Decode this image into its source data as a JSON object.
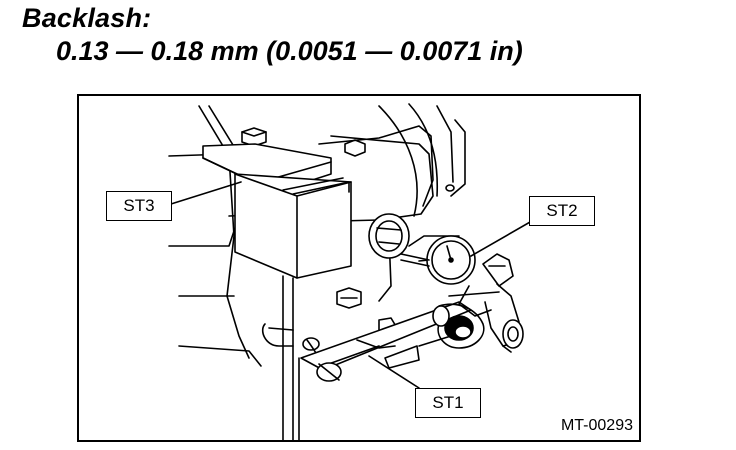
{
  "heading": "Backlash:",
  "specification": "0.13 — 0.18 mm (0.0051 — 0.0071 in)",
  "figure": {
    "callouts": [
      {
        "id": "st3",
        "label": "ST3"
      },
      {
        "id": "st2",
        "label": "ST2"
      },
      {
        "id": "st1",
        "label": "ST1"
      }
    ],
    "figure_id": "MT-00293"
  }
}
